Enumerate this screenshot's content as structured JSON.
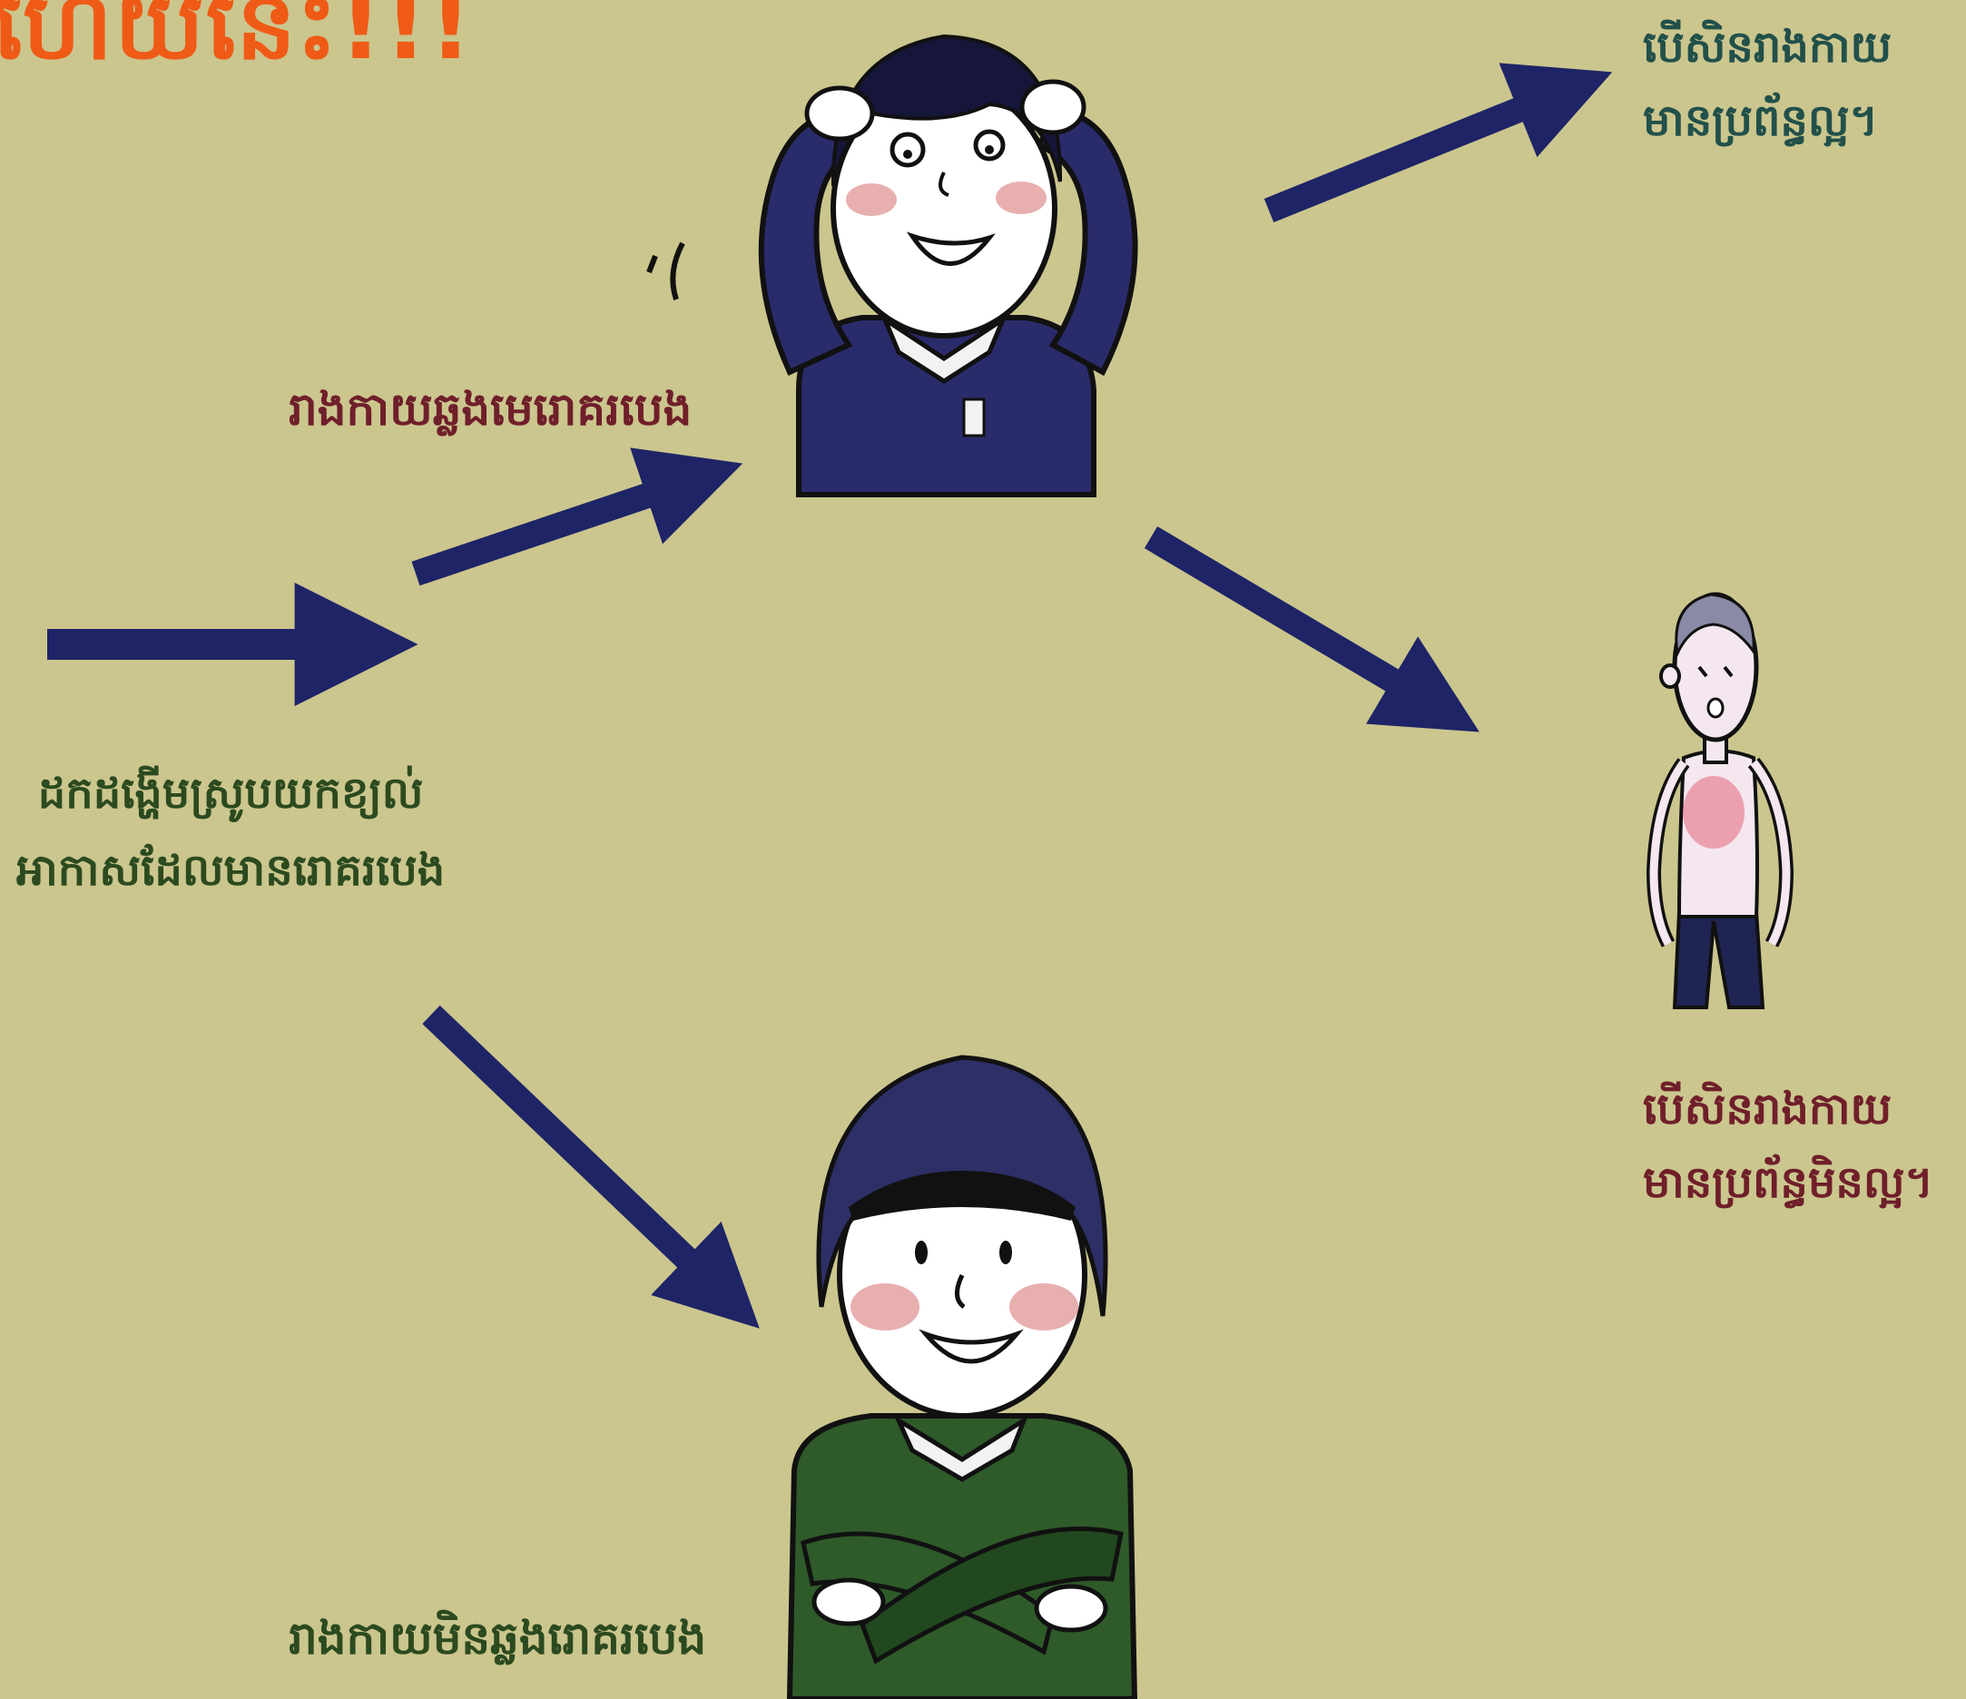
{
  "title": "ហើយនេះ!!!",
  "labels": {
    "inhale_line1": "ដកដង្ហើមស្រូបយកខ្យល់",
    "inhale_line2": "អាកាសដែលមានរោគរបេង",
    "infected": "រាងកាយឆ្លងមេរោគរបេង",
    "not_infected": "រាងកាយមិនឆ្លងរោគរបេង",
    "good_line1": "បើសិនរាងកាយ",
    "good_line2": "មានប្រព័ន្ធល្អ។",
    "bad_line1": "បើសិនរាងកាយ",
    "bad_line2": "មានប្រព័ន្ធមិនល្អ។"
  },
  "colors": {
    "background": "#cbc68e",
    "arrow": "#1e2466",
    "title": "#ef5b16"
  }
}
